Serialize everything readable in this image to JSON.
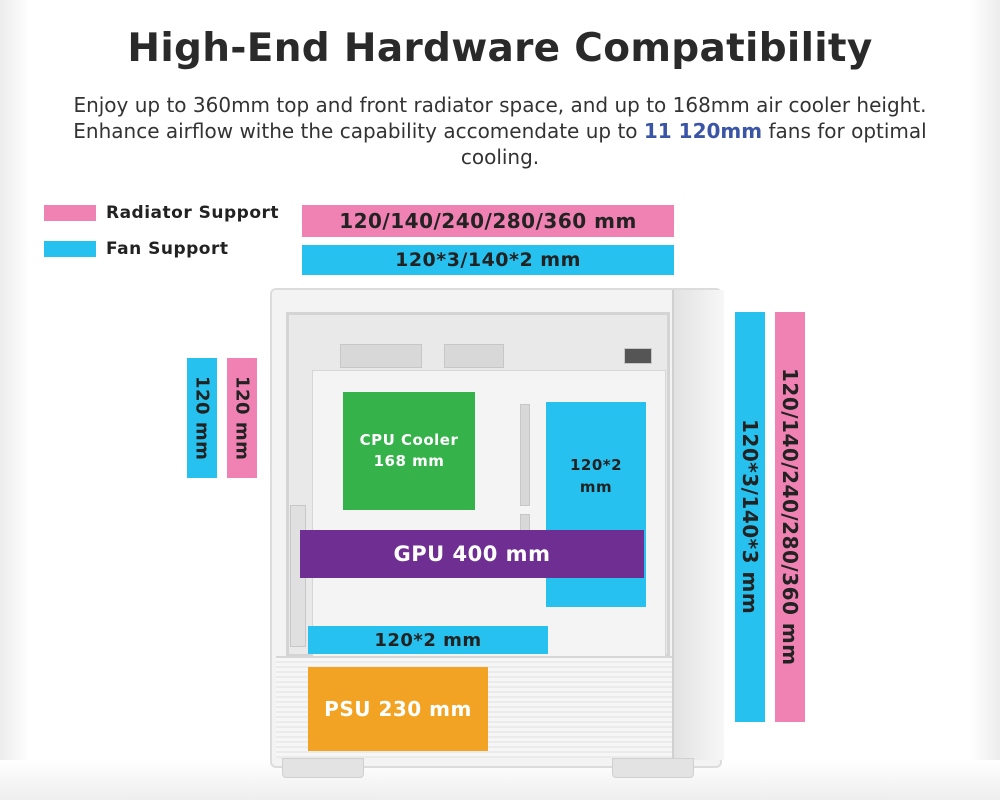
{
  "title": "High-End Hardware Compatibility",
  "subtitle": {
    "before": "Enjoy up to 360mm top and front radiator space, and up to  168mm air cooler height. Enhance airflow withe the capability  accomendate up to ",
    "highlight": "11 120mm",
    "after": " fans for optimal cooling."
  },
  "legend": {
    "radiator": "Radiator Support",
    "fan": "Fan Support"
  },
  "colors": {
    "radiator": "#ef82b3",
    "fan": "#27c1ef",
    "cpu": "#35b34a",
    "gpu": "#6f2f92",
    "psu": "#f2a323",
    "highlight": "#3b55a6"
  },
  "bars": {
    "top_radiator": "120/140/240/280/360 mm",
    "top_fan": "120*3/140*2 mm",
    "rear_fan": "120 mm",
    "rear_radiator": "120 mm",
    "front_fan": "120*3/140*3 mm",
    "front_radiator": "120/140/240/280/360 mm",
    "side_fan": "120*2\nmm",
    "bottom_fan": "120*2 mm"
  },
  "components": {
    "cpu": "CPU Cooler\n168 mm",
    "gpu": "GPU 400 mm",
    "psu": "PSU 230 mm"
  }
}
